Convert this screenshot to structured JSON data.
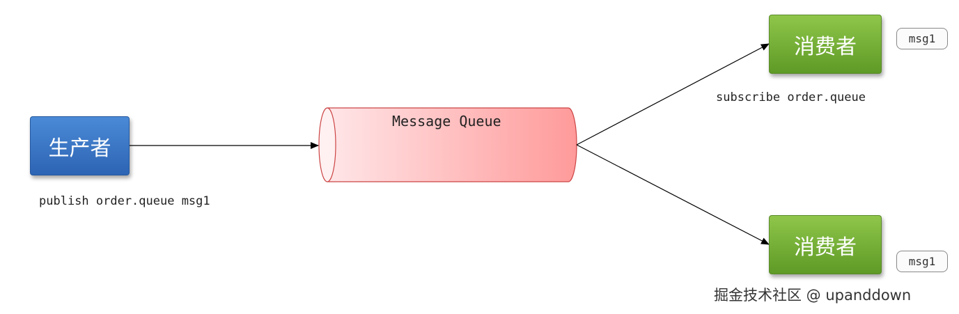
{
  "producer": {
    "label": "生产者"
  },
  "queue": {
    "label": "Message Queue"
  },
  "consumers": [
    {
      "label": "消费者",
      "message": "msg1"
    },
    {
      "label": "消费者",
      "message": "msg1"
    }
  ],
  "publish_command": "publish order.queue msg1",
  "subscribe_command": "subscribe order.queue",
  "watermark": "掘金技术社区 @ upanddown",
  "colors": {
    "producer": "#3b78c8",
    "consumer": "#7ab33c",
    "queue_fill_light": "#ffe4e6",
    "queue_fill_dark": "#ff9c9c"
  }
}
